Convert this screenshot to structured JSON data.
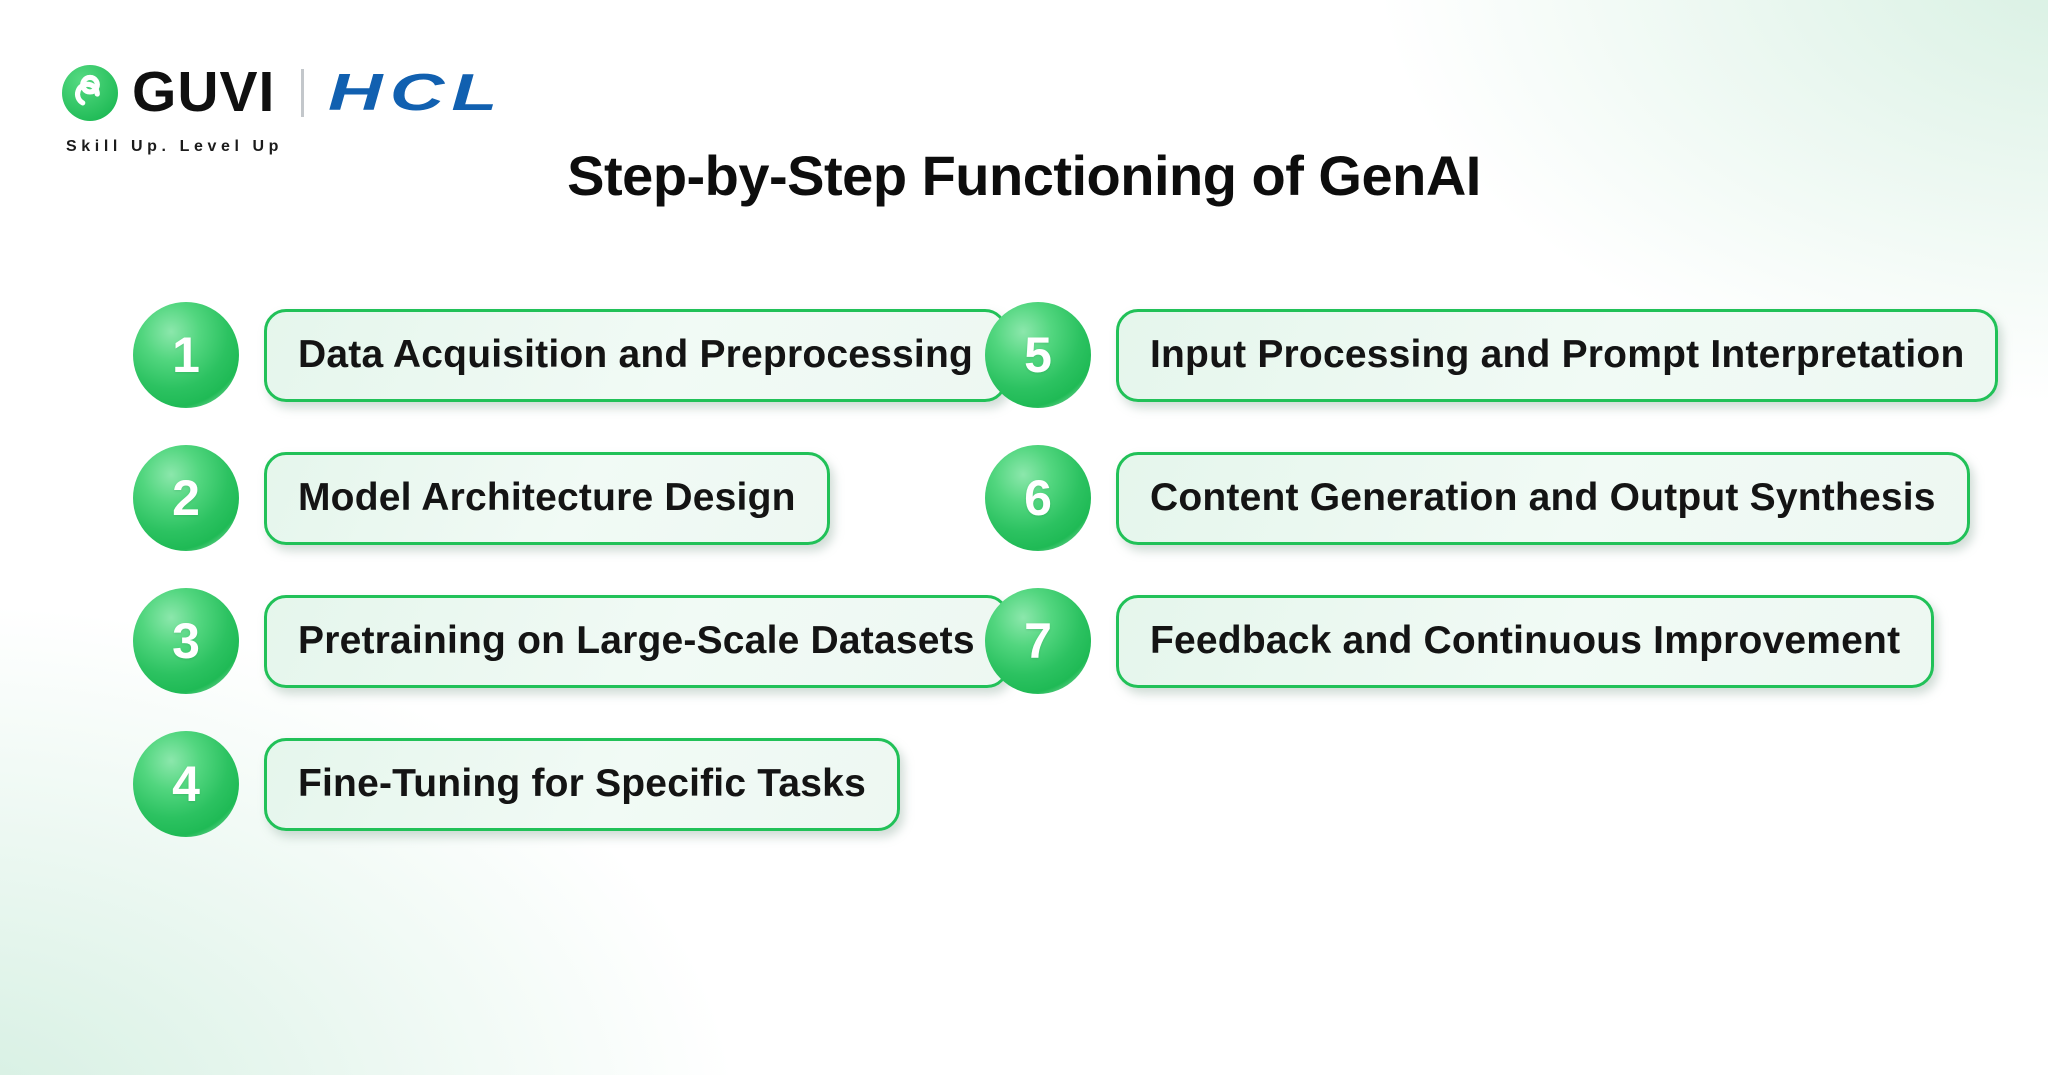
{
  "brand": {
    "name": "GUVI",
    "tagline": "Skill Up. Level Up",
    "partner": "HCL"
  },
  "title": "Step-by-Step Functioning of GenAI",
  "steps": [
    {
      "number": "1",
      "label": "Data Acquisition and Preprocessing"
    },
    {
      "number": "2",
      "label": "Model Architecture Design"
    },
    {
      "number": "3",
      "label": "Pretraining on Large-Scale Datasets"
    },
    {
      "number": "4",
      "label": "Fine-Tuning for Specific Tasks"
    },
    {
      "number": "5",
      "label": "Input Processing and Prompt Interpretation"
    },
    {
      "number": "6",
      "label": "Content Generation and Output Synthesis"
    },
    {
      "number": "7",
      "label": "Feedback and Continuous Improvement"
    }
  ],
  "icons": {
    "guvi_logo": "guvi-logo-icon"
  },
  "colors": {
    "accent_green": "#21c158",
    "circle_green": "#2cc261",
    "hcl_blue": "#1160b0",
    "pill_background": "#e8f6ee",
    "corner_mint": "#d7f0e2",
    "text": "#141414"
  }
}
